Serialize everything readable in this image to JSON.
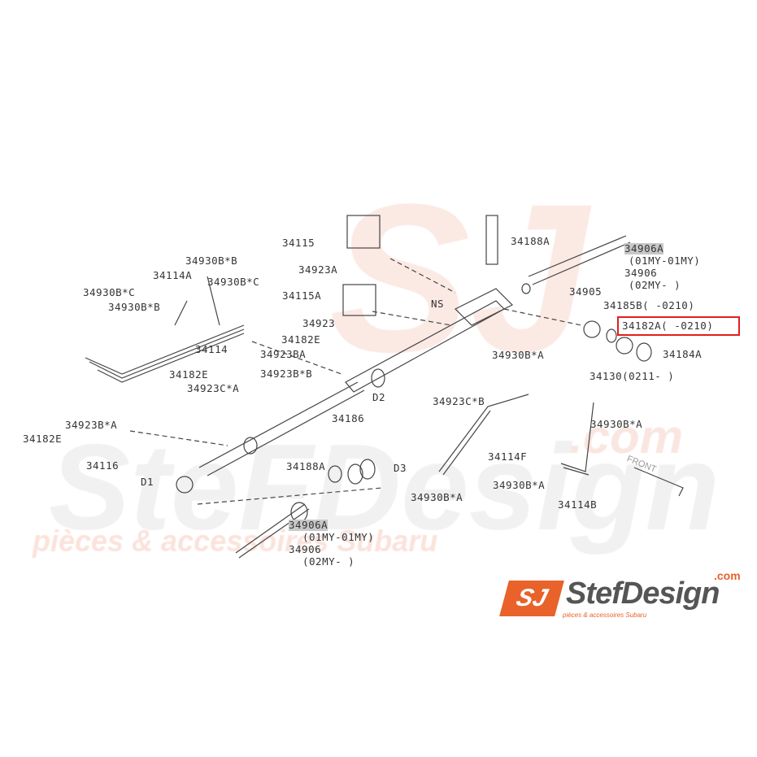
{
  "watermark": {
    "name": "SteFDesign",
    "com": ".com",
    "tagline": "pièces & accessoires Subaru",
    "front": "FRONT"
  },
  "labels": {
    "l34115": "34115",
    "l34923A": "34923A",
    "l34115A": "34115A",
    "l34923": "34923",
    "l34188A_top": "34188A",
    "l34906A_top": "34906A",
    "l01my_top": "(01MY-01MY)",
    "l34906_top": "34906",
    "l02my_top": "(02MY-    )",
    "l34905": "34905",
    "l34185B": "34185B(    -0210)",
    "l34182A": "34182A(    -0210)",
    "l34184A": "34184A",
    "l34130": "34130(0211-    )",
    "lNS": "NS",
    "l34930BB_1": "34930B*B",
    "l34114A": "34114A",
    "l34930BC_1": "34930B*C",
    "l34930BC_2": "34930B*C",
    "l34930BB_2": "34930B*B",
    "l34182E_1": "34182E",
    "l34114": "34114",
    "l34923BA": "34923BA",
    "l34923BB": "34923B*B",
    "l34182E_2": "34182E",
    "l34923CA": "34923C*A",
    "l34930BA_1": "34930B*A",
    "l34923CB": "34923C*B",
    "lD2": "D2",
    "l34923BA2": "34923B*A",
    "l34930BA_2": "34930B*A",
    "l34182E_3": "34182E",
    "l34186": "34186",
    "l34114F": "34114F",
    "l34116": "34116",
    "l34188A_bot": "34188A",
    "lD3": "D3",
    "lD1": "D1",
    "l34930BA_3": "34930B*A",
    "l34930BA_4": "34930B*A",
    "l34114B": "34114B",
    "l34906A_bot": "34906A",
    "l01my_bot": "(01MY-01MY)",
    "l34906_bot": "34906",
    "l02my_bot": "(02MY-    )"
  },
  "logo": {
    "badge": "SJ",
    "name": "StefDesign",
    "com": ".com",
    "tagline": "pièces & accessoires Subaru"
  },
  "colors": {
    "highlight_box": "#e02020",
    "brand_orange": "#e8622a"
  }
}
